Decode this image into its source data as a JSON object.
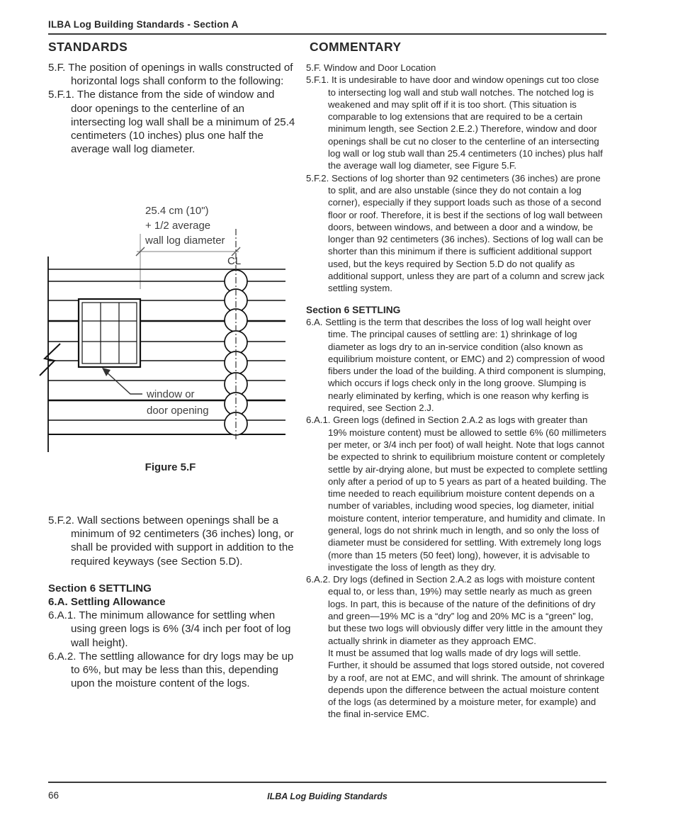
{
  "page": {
    "header_title": "ILBA Log Building Standards - Section A",
    "footer_page_number": "66",
    "footer_title": "ILBA Log Buiding Standards"
  },
  "standards": {
    "heading": "STANDARDS",
    "items_top": [
      {
        "label": "5.F.",
        "text": "The position of openings in walls constructed of horizontal logs shall conform to the following:"
      },
      {
        "label": "5.F.1.",
        "text": "The distance from the side of window and door openings to the centerline of an intersecting log wall shall be a minimum of 25.4 centimeters (10 inches) plus one half the average wall log diameter."
      }
    ],
    "figure": {
      "dimension_label_line1": "25.4 cm (10\")",
      "dimension_label_line2": "+ 1/2 average",
      "dimension_label_line3": "wall log diameter",
      "centerline_label": "CL",
      "window_label_line1": "window or",
      "window_label_line2": "door opening",
      "caption": "Figure 5.F"
    },
    "items_bottom": [
      {
        "label": "5.F.2.",
        "text": "Wall sections between openings shall be a minimum of 92 centimeters (36 inches) long, or shall be provided with support in addition to the required keyways (see Section 5.D)."
      }
    ],
    "section6_heading": "Section 6 SETTLING",
    "section6_subheading": "6.A. Settling Allowance",
    "section6_items": [
      {
        "label": "6.A.1.",
        "text": "The minimum allowance for settling when using green logs is 6% (3/4 inch per foot of log wall height)."
      },
      {
        "label": "6.A.2.",
        "text": "The settling allowance for dry logs may be up to 6%, but may be less than this, depending upon the moisture content of the logs."
      }
    ]
  },
  "commentary": {
    "heading": "COMMENTARY",
    "items": [
      {
        "label": "5.F.",
        "text": "Window and Door Location"
      },
      {
        "label": "5.F.1.",
        "text": "It is undesirable to have door and window openings cut too close to intersecting log wall and stub wall notches. The notched log is weakened and may split off if it is too short. (This situation is comparable to log extensions that are required to be a certain minimum length, see Section 2.E.2.) Therefore, window and door openings shall be cut no closer to the centerline of an intersecting log wall or log stub wall than 25.4 centimeters (10 inches) plus half the average wall log diameter, see Figure 5.F."
      },
      {
        "label": "5.F.2.",
        "text": "Sections of log shorter than 92 centimeters (36 inches) are prone to split, and are also unstable (since they do not contain a log corner), especially if they support loads such as those of a second floor or roof. Therefore, it is best if the sections of log wall between doors, between windows, and between a door and a window, be longer than 92 centimeters (36 inches). Sections of log wall can be shorter than this minimum if there is sufficient additional support used, but the keys required by Section 5.D do not qualify as additional support, unless they are part of a column and screw jack settling system."
      }
    ],
    "section6_heading": "Section 6 SETTLING",
    "section6_items": [
      {
        "label": "6.A.",
        "text": "Settling is the term that describes the loss of log wall height over time. The principal causes of settling are: 1) shrinkage of log diameter as logs dry to an in-service condition (also known as equilibrium moisture content, or EMC) and 2) compression of wood fibers under the load of the building. A third component is slumping, which occurs if logs check only in the long groove. Slumping is nearly eliminated by kerfing, which is one reason why kerfing is required, see Section 2.J."
      },
      {
        "label": "6.A.1.",
        "text": "Green logs (defined in Section 2.A.2 as logs with greater than 19% moisture content) must be allowed to settle 6% (60 millimeters per meter, or 3/4 inch per foot) of wall height. Note that logs cannot be expected to shrink to equilibrium moisture content or completely settle by air-drying alone, but must be expected to complete settling only after a period of up to 5 years as part of a heated building. The time needed to reach equilibrium moisture content depends on a number of variables, including wood species, log diameter, initial moisture content, interior temperature, and humidity and climate. In general, logs do not shrink much in length, and so only the loss of diameter must be considered for settling. With extremely long logs (more than 15 meters (50 feet) long), however, it is advisable to investigate the loss of length as they dry."
      },
      {
        "label": "6.A.2.",
        "text": "Dry logs (defined in Section 2.A.2 as logs with moisture content equal to, or less than, 19%) may settle nearly as much as green logs. In part, this is because of the nature of the definitions of dry and green—19% MC is a “dry” log and 20% MC is a “green” log, but these two logs will obviously differ very little in the amount they actually shrink in diameter as they approach EMC.",
        "text2": "It must be assumed that log walls made of dry logs will settle. Further, it should be assumed that logs stored outside, not covered by a roof, are not at EMC, and will shrink. The amount of shrinkage depends upon the difference between the actual moisture content of the logs (as determined by a moisture meter, for example) and the final in-service EMC."
      }
    ]
  },
  "colors": {
    "body_text": "#282828",
    "drawing_line": "#111111",
    "dimension_line": "#999999",
    "figure_label": "#3f3f3f"
  }
}
